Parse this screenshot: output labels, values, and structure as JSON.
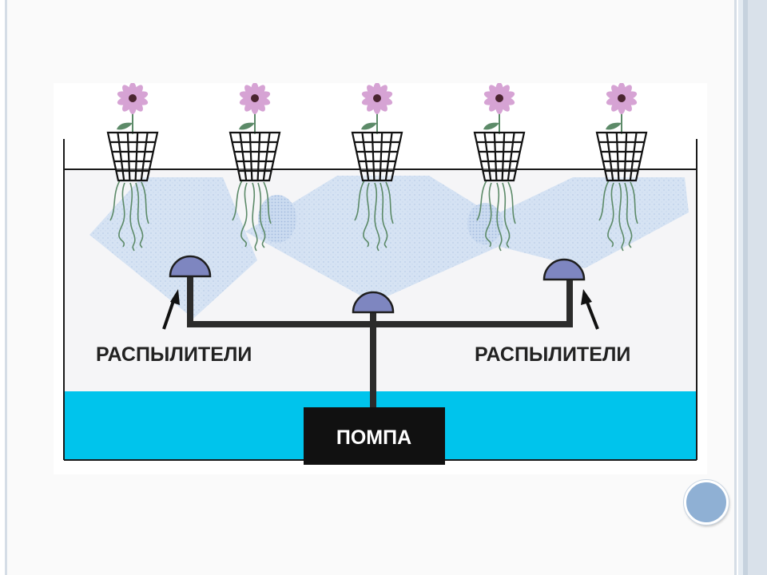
{
  "diagram": {
    "sprayers_label_left": "РАСПЫЛИТЕЛИ",
    "sprayers_label_right": "РАСПЫЛИТЕЛИ",
    "pump_label": "ПОМПА"
  },
  "colors": {
    "water": "#00c4ec",
    "mist": "#cfdff2",
    "sprayer": "#7e86c0",
    "pipe": "#2b2b2b",
    "pump": "#111111",
    "flower_petal": "#d6a3d4",
    "flower_center": "#4a2430",
    "root": "#5c8a68",
    "accent_circle": "#8fb0d4"
  }
}
